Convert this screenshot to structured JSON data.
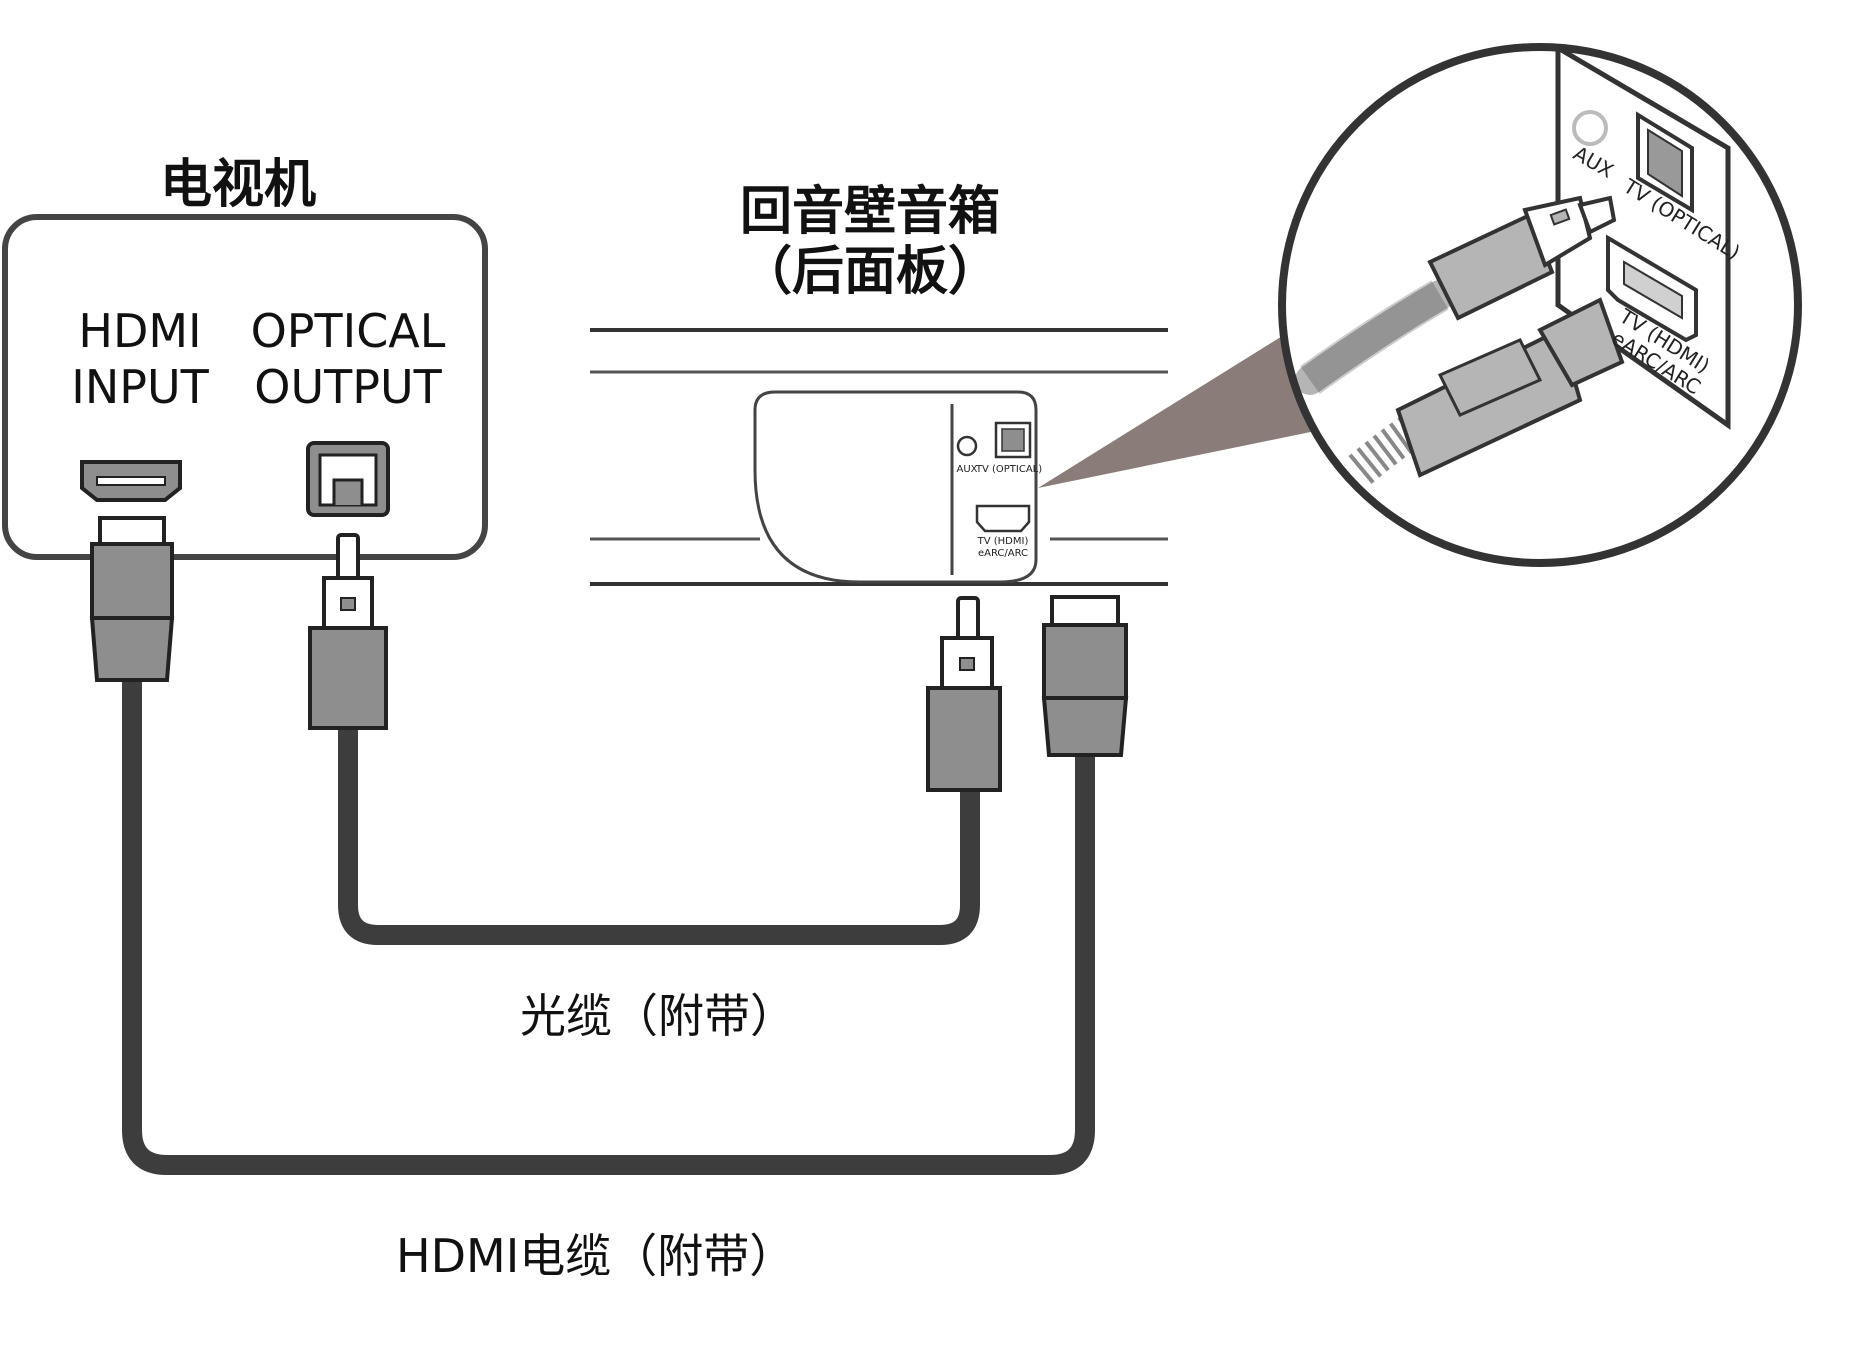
{
  "tv": {
    "title": "电视机",
    "hdmi_label_1": "HDMI",
    "hdmi_label_2": "INPUT",
    "optical_label_1": "OPTICAL",
    "optical_label_2": "OUTPUT"
  },
  "soundbar": {
    "title_1": "回音壁音箱",
    "title_2": "（后面板）",
    "aux_label": "AUX",
    "optical_label": "TV (OPTICAL)",
    "hdmi_label_1": "TV (HDMI)",
    "hdmi_label_2": "eARC/ARC"
  },
  "zoom": {
    "aux_label": "AUX",
    "optical_label": "TV (OPTICAL)",
    "hdmi_label_1": "TV (HDMI)",
    "hdmi_label_2": "eARC/ARC"
  },
  "cables": {
    "optical_caption": "光缆（附带）",
    "hdmi_caption": "HDMI电缆（附带）"
  },
  "colors": {
    "cable": "#3d3d3d",
    "plug": "#8e8e8e",
    "zoom_plug": "#b5b5b5",
    "callout": "#8a7c78"
  }
}
